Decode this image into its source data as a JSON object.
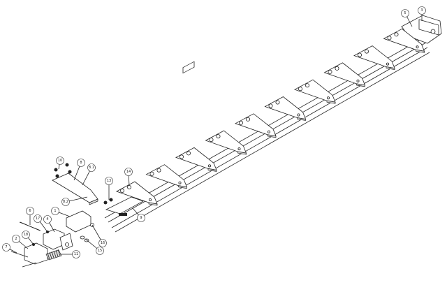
{
  "drawing": {
    "type": "exploded assembly view",
    "balloons": [
      {
        "id": "10",
        "label": "10"
      },
      {
        "id": "8",
        "label": "8"
      },
      {
        "id": "8.1",
        "label": "8.1"
      },
      {
        "id": "14",
        "label": "14"
      },
      {
        "id": "13",
        "label": "13"
      },
      {
        "id": "8.2",
        "label": "8.2"
      },
      {
        "id": "1",
        "label": "1"
      },
      {
        "id": "9",
        "label": "9"
      },
      {
        "id": "6",
        "label": "6"
      },
      {
        "id": "17",
        "label": "17"
      },
      {
        "id": "4",
        "label": "4"
      },
      {
        "id": "16",
        "label": "16"
      },
      {
        "id": "18",
        "label": "18"
      },
      {
        "id": "2",
        "label": "2"
      },
      {
        "id": "15",
        "label": "15"
      },
      {
        "id": "7",
        "label": "7"
      },
      {
        "id": "11",
        "label": "11"
      },
      {
        "id": "5",
        "label": "5"
      },
      {
        "id": "3",
        "label": "3"
      }
    ],
    "line_color": "#222222"
  }
}
